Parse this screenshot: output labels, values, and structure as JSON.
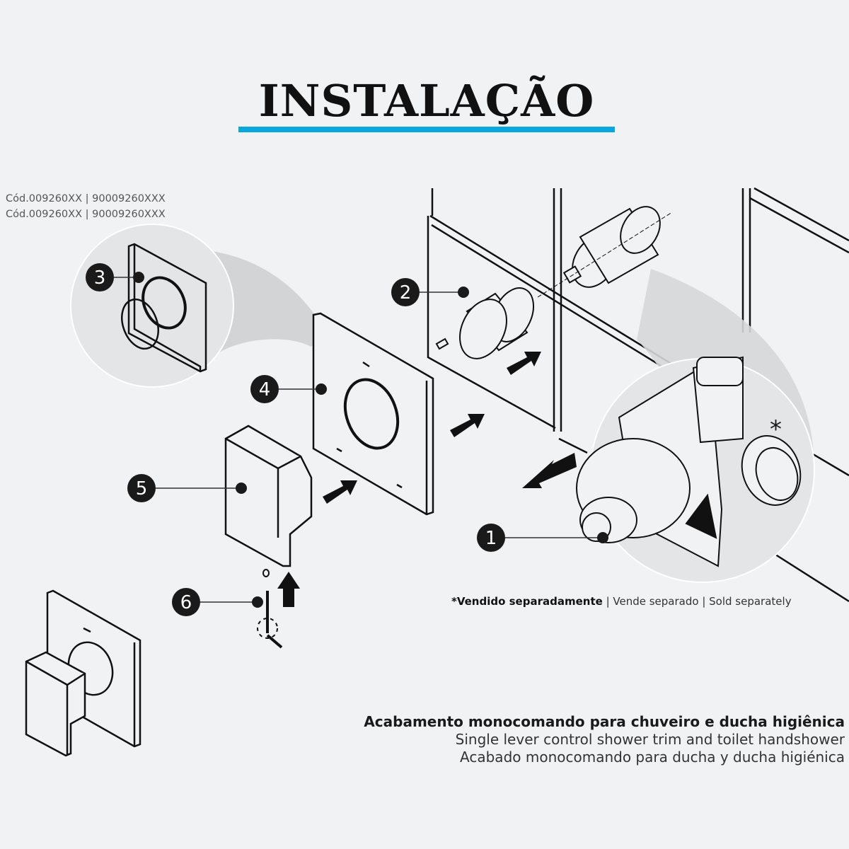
{
  "header": {
    "title": "INSTALAÇÃO",
    "underline_color": "#0aa7de"
  },
  "codes": [
    "Cód.009260XX | 90009260XXX",
    "Cód.009260XX | 90009260XXX"
  ],
  "parts": [
    {
      "number": "1",
      "label": "valve-body"
    },
    {
      "number": "2",
      "label": "cartridge-cover"
    },
    {
      "number": "3",
      "label": "plate-seal"
    },
    {
      "number": "4",
      "label": "wall-plate"
    },
    {
      "number": "5",
      "label": "lever-handle"
    },
    {
      "number": "6",
      "label": "set-screw-allen-key"
    }
  ],
  "asterisk_note": {
    "marker": "*",
    "bold": "*Vendido separadamente",
    "rest": " | Vende separado | Sold separately"
  },
  "caption": {
    "pt": "Acabamento monocomando para chuveiro e ducha higiênica",
    "en": "Single lever control shower trim and toilet handshower",
    "es": "Acabado monocomando para ducha y ducha higiénica"
  },
  "colors": {
    "background": "#f1f2f4",
    "lines": "#111111",
    "zoom_circle": "#e4e5e7",
    "zoom_cone": "#d3d4d6"
  }
}
